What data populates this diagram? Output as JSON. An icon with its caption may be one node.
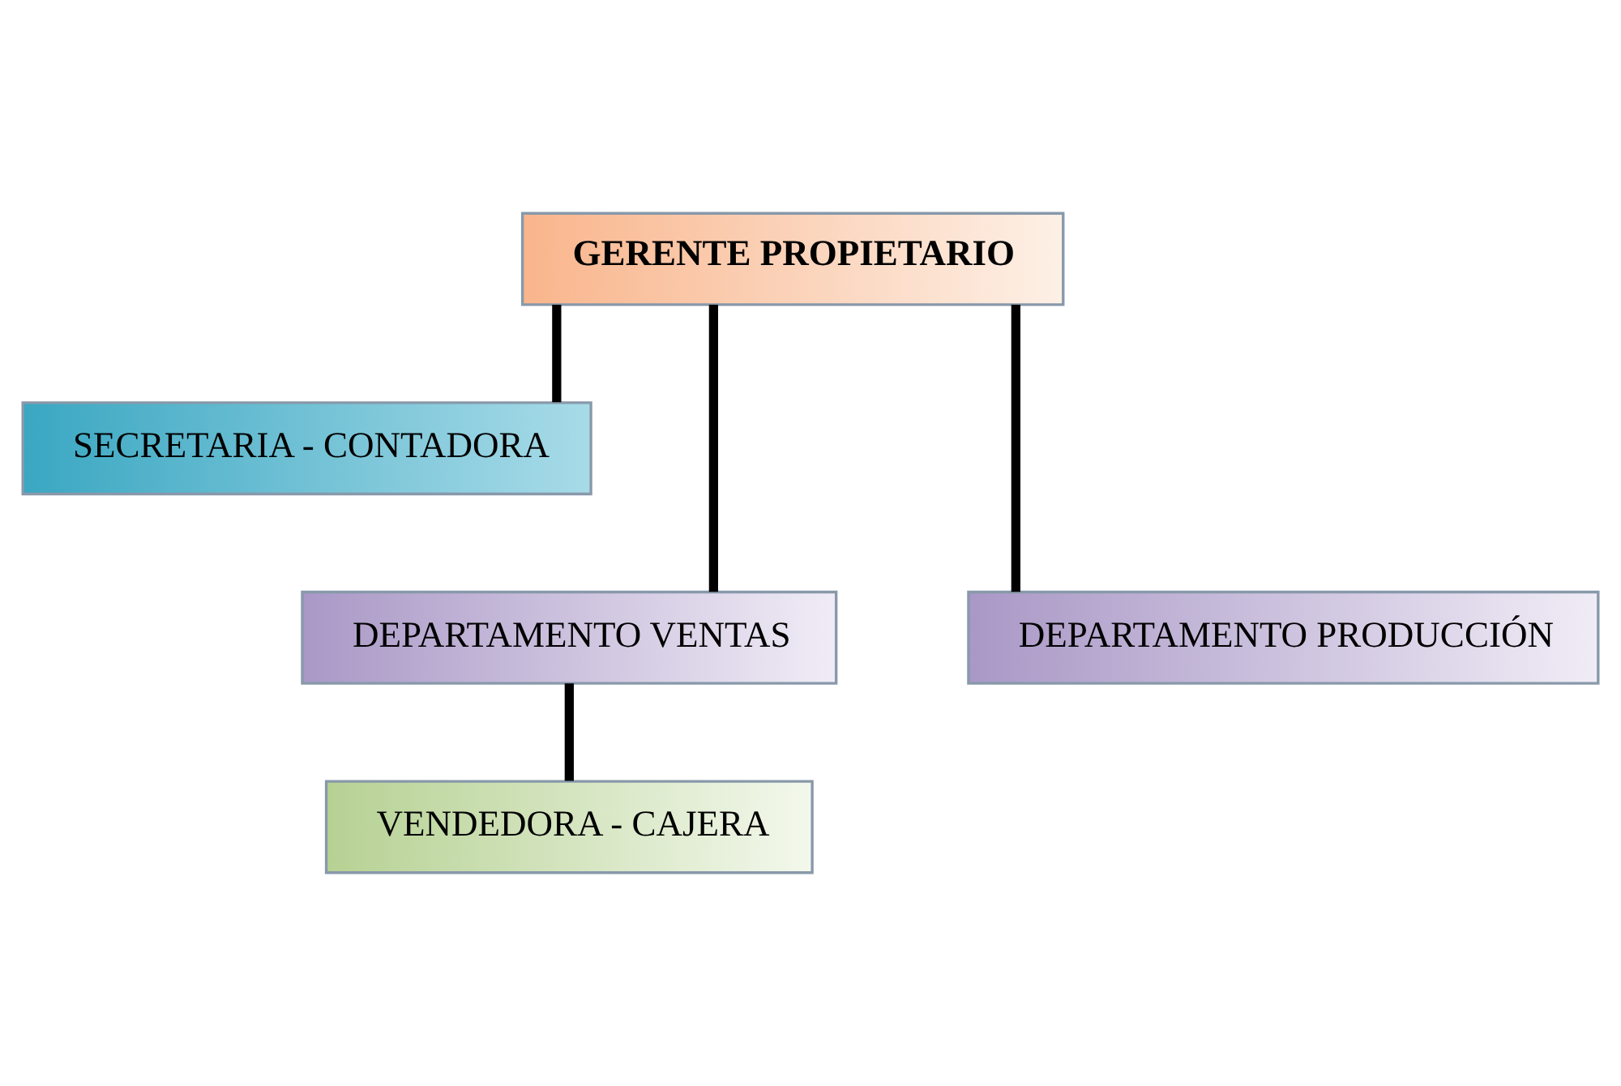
{
  "diagram": {
    "nodes": [
      {
        "text": [
          "GERENTE PROPIETARIO"
        ]
      },
      {
        "text": [
          "SECRETARIA - CONTADORA"
        ]
      },
      {
        "text": [
          "DEPARTAMENTO VENTAS"
        ]
      },
      {
        "text": [
          "DEPARTAMENTO PRODUCCIÓN"
        ]
      },
      {
        "text": [
          "VENDEDORA - CAJERA"
        ]
      }
    ],
    "edges": [
      {
        "from": 0,
        "to": 1,
        "arrow": "none"
      },
      {
        "from": 0,
        "to": 2,
        "arrow": "none"
      },
      {
        "from": 0,
        "to": 3,
        "arrow": "none"
      },
      {
        "from": 2,
        "to": 4,
        "arrow": "none"
      }
    ]
  }
}
